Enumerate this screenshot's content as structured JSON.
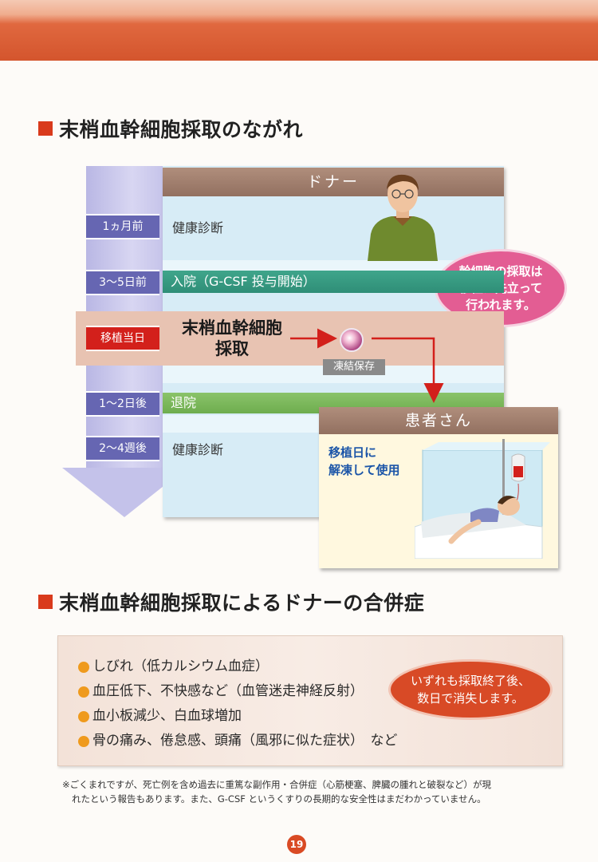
{
  "section1": {
    "title": "末梢血幹細胞採取のながれ"
  },
  "donor": {
    "header": "ドナー"
  },
  "timeline": [
    {
      "label": "1ヵ月前",
      "text": "健康診断"
    },
    {
      "label": "3～5日前",
      "text": "入院（G-CSF 投与開始）"
    },
    {
      "label": "移植当日",
      "text_line1": "末梢血幹細胞",
      "text_line2": "採取"
    },
    {
      "label": "1～2日後",
      "text": "退院"
    },
    {
      "label": "2～4週後",
      "text": "健康診断"
    }
  ],
  "frozen": {
    "label": "凍結保存"
  },
  "bubble_pink": {
    "line1": "幹細胞の採取は",
    "line2": "移植に先立って",
    "line3": "行われます。"
  },
  "patient": {
    "header": "患者さん",
    "line1": "移植日に",
    "line2": "解凍して使用"
  },
  "section2": {
    "title": "末梢血幹細胞採取によるドナーの合併症"
  },
  "complications": [
    "しびれ（低カルシウム血症）",
    "血圧低下、不快感など（血管迷走神経反射）",
    "血小板減少、白血球増加",
    "骨の痛み、倦怠感、頭痛（風邪に似た症状）　など"
  ],
  "bubble_red": {
    "line1": "いずれも採取終了後、",
    "line2": "数日で消失します。"
  },
  "footnote": {
    "line1": "※ごくまれですが、死亡例を含め過去に重篤な副作用・合併症（心筋梗塞、脾臓の腫れと破裂など）が現",
    "line2": "れたという報告もあります。また、G-CSF というくすりの長期的な安全性はまだわかっていません。"
  },
  "page_number": "19",
  "colors": {
    "accent": "#d93a1c",
    "timeline": "#6666b2",
    "highlight": "#d3201b",
    "panel": "#d7ecf6"
  }
}
